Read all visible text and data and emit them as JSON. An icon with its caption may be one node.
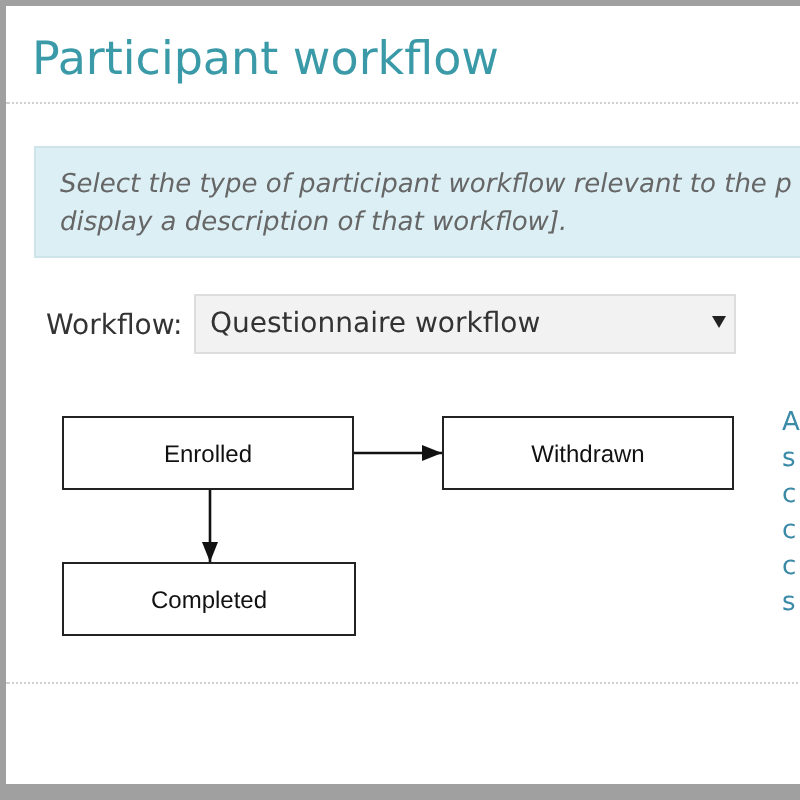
{
  "diagram": {
    "title": "Participant workflow",
    "nodes": [
      {
        "text": [
          "Enrolled"
        ]
      },
      {
        "text": [
          "Withdrawn"
        ]
      },
      {
        "text": [
          "Completed"
        ]
      }
    ],
    "edges": [
      {
        "from": 0,
        "to": 1,
        "arrow": "to"
      },
      {
        "from": 0,
        "to": 2,
        "arrow": "to"
      }
    ],
    "labels": [
      "Select the type of participant workflow relevant to the p",
      "display a description of that workflow].",
      "Workflow:",
      "Questionnaire workflow",
      "A",
      "s",
      "c",
      "c",
      "c",
      "s"
    ]
  }
}
